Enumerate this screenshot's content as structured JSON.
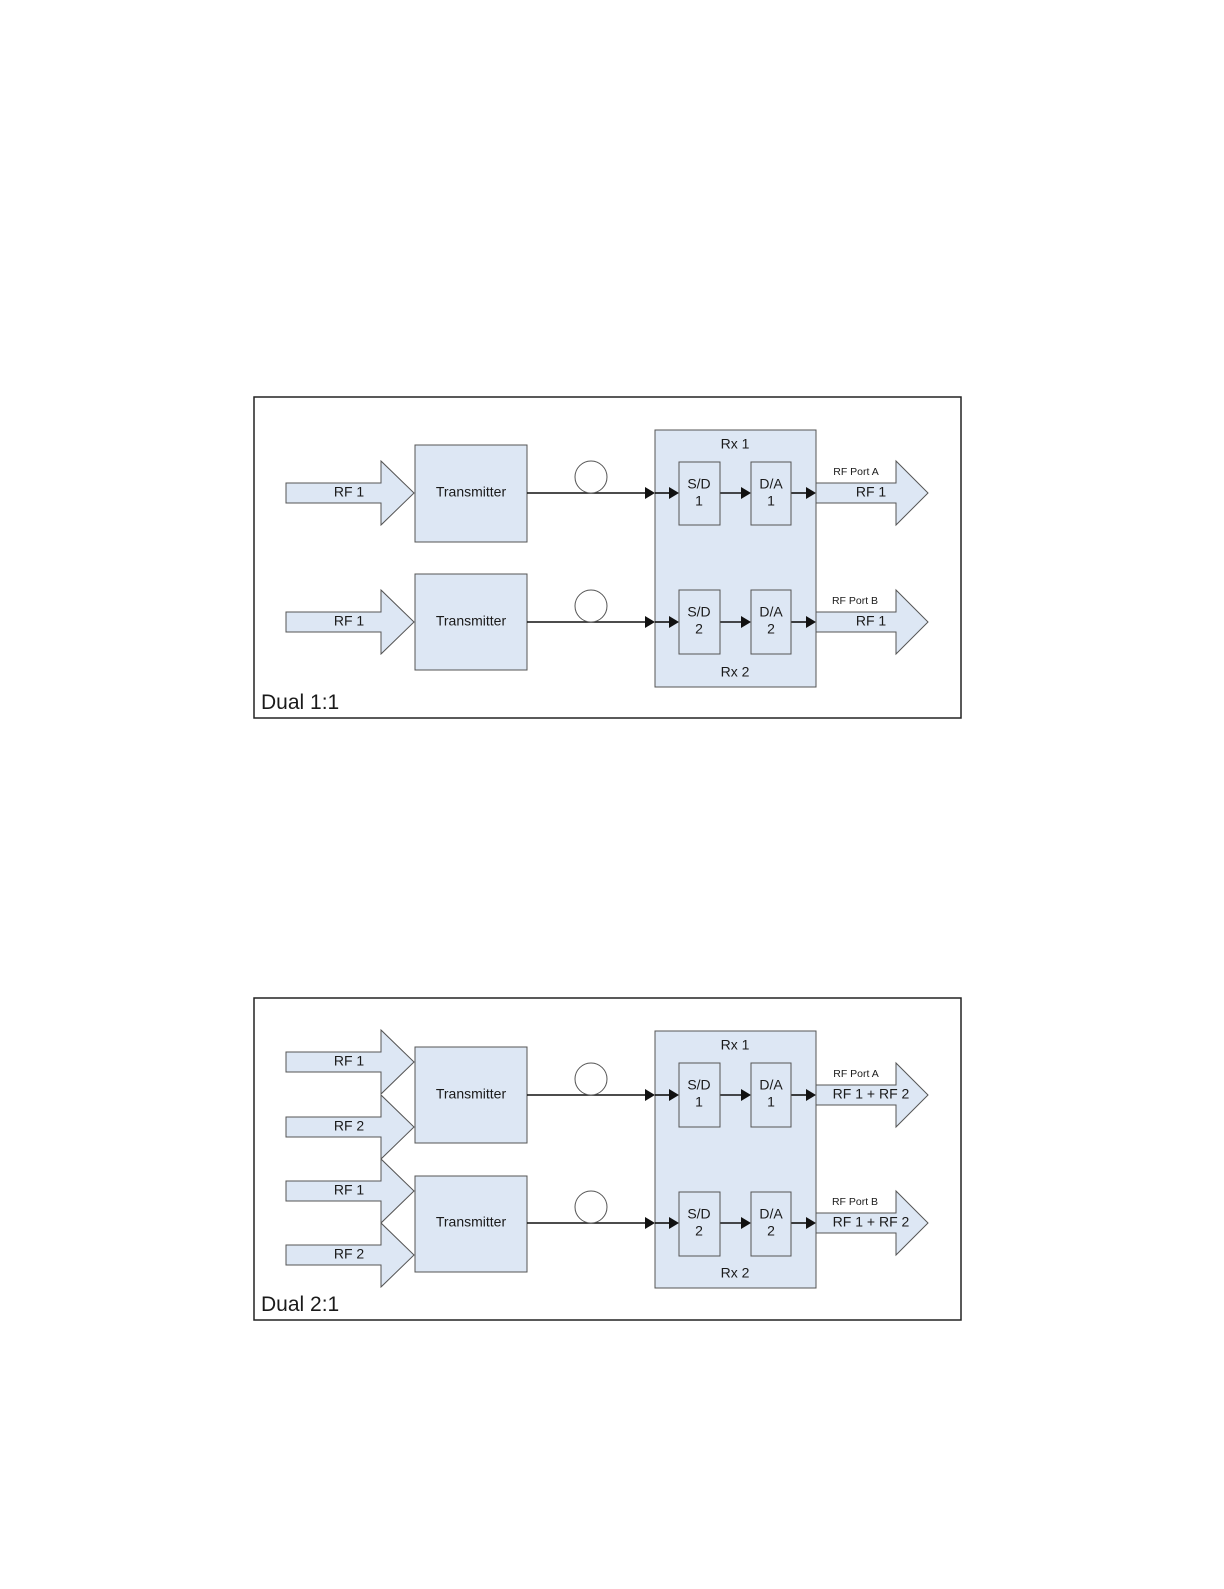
{
  "diagrams": [
    {
      "caption": "Dual 1:1",
      "rx_top": "Rx 1",
      "rx_bottom": "Rx 2",
      "inputs": [
        "RF 1",
        "RF 1"
      ],
      "transmitters": [
        "Transmitter",
        "Transmitter"
      ],
      "sd": [
        [
          "S/D",
          "1"
        ],
        [
          "S/D",
          "2"
        ]
      ],
      "da": [
        [
          "D/A",
          "1"
        ],
        [
          "D/A",
          "2"
        ]
      ],
      "ports": [
        "RF Port A",
        "RF Port B"
      ],
      "outputs": [
        "RF 1",
        "RF 1"
      ]
    },
    {
      "caption": "Dual 2:1",
      "rx_top": "Rx 1",
      "rx_bottom": "Rx 2",
      "inputs": [
        "RF 1",
        "RF 2",
        "RF 1",
        "RF 2"
      ],
      "transmitters": [
        "Transmitter",
        "Transmitter"
      ],
      "sd": [
        [
          "S/D",
          "1"
        ],
        [
          "S/D",
          "2"
        ]
      ],
      "da": [
        [
          "D/A",
          "1"
        ],
        [
          "D/A",
          "2"
        ]
      ],
      "ports": [
        "RF Port A",
        "RF Port B"
      ],
      "outputs": [
        "RF 1 + RF 2",
        "RF 1 + RF 2"
      ]
    }
  ]
}
